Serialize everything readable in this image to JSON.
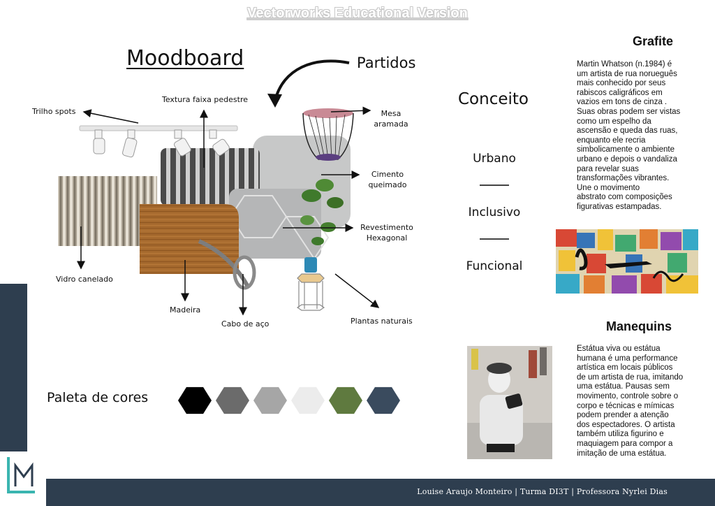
{
  "watermark": "Vectorworks Educational Version",
  "title": "Moodboard",
  "partidos_label": "Partidos",
  "labels": {
    "trilho": "Trilho spots",
    "textura": "Textura faixa pedestre",
    "mesa_l1": "Mesa",
    "mesa_l2": "aramada",
    "cimento_l1": "Cimento",
    "cimento_l2": "queimado",
    "revest_l1": "Revestimento",
    "revest_l2": "Hexagonal",
    "vidro": "Vidro canelado",
    "madeira": "Madeira",
    "cabo": "Cabo de aço",
    "plantas": "Plantas naturais"
  },
  "palette": {
    "label": "Paleta de cores",
    "colors": [
      "#000000",
      "#6b6b6b",
      "#a6a6a6",
      "#ececec",
      "#5f7a3f",
      "#3a4b5e"
    ]
  },
  "conceito": {
    "title": "Conceito",
    "words": [
      "Urbano",
      "Inclusivo",
      "Funcional"
    ]
  },
  "grafite": {
    "heading": "Grafite",
    "text": [
      "Martin Whatson (n.1984) é",
      "um artista de rua norueguês",
      "mais conhecido por seus",
      "rabiscos caligráficos em",
      "vazios em tons de cinza .",
      "Suas obras podem ser vistas",
      "como um espelho da",
      "ascensão e queda das ruas,",
      "enquanto ele recria",
      "simbolicamente o ambiente",
      "urbano e depois o vandaliza",
      "para revelar suas",
      "transformações vibrantes.",
      "Une o movimento",
      "abstrato com composições",
      "figurativas estampadas."
    ]
  },
  "manequins": {
    "heading": "Manequins",
    "text": [
      "Estátua viva ou estátua",
      "humana é uma performance",
      "artística em locais públicos",
      "de um artista de rua, imitando",
      "uma estátua. Pausas sem",
      "movimento, controle sobre o",
      "corpo e técnicas e mímicas",
      "podem prender a atenção",
      "dos espectadores. O artista",
      "também utiliza  figurino e",
      "maquiagem para compor a",
      "imitação de uma estátua."
    ]
  },
  "footer": "Louise Araujo Monteiro | Turma DI3T | Professora Nyrlei Dias",
  "logo_letters": "LM",
  "colors": {
    "navy": "#2e3e4f",
    "teal": "#3ab5b0"
  }
}
